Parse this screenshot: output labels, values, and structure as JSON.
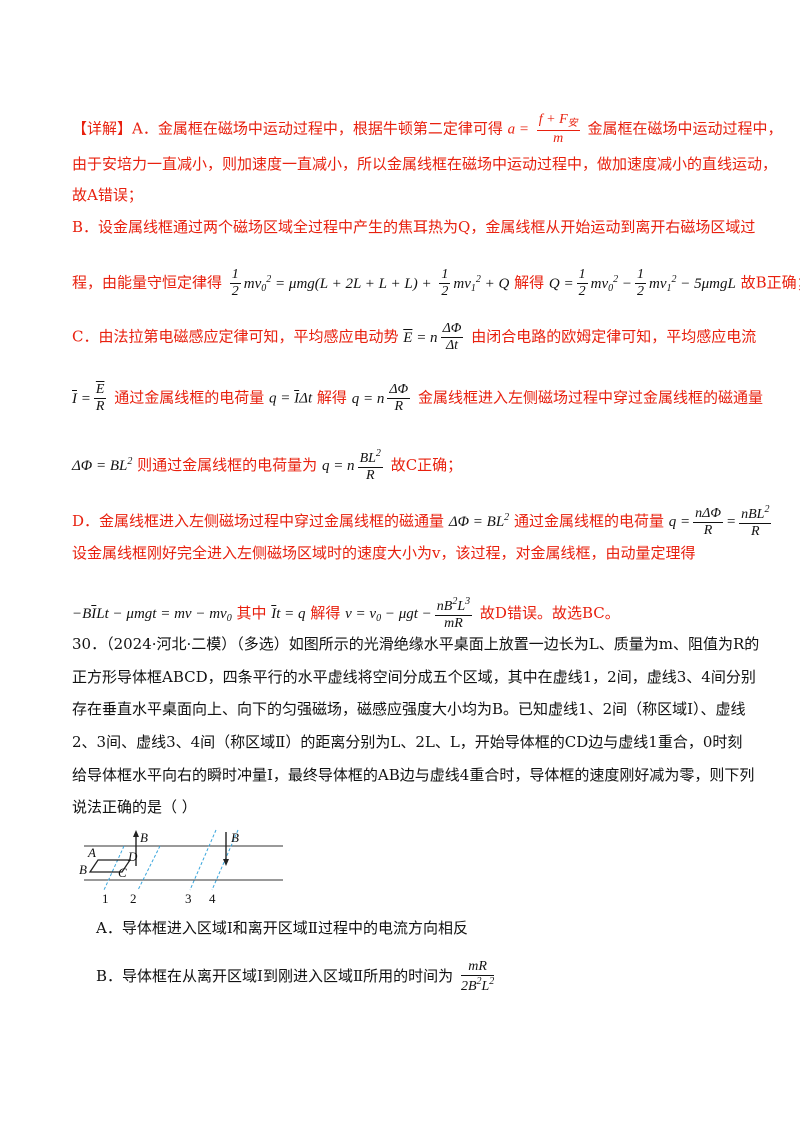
{
  "detail": {
    "l1_a": "【详解】A．金属框在磁场中运动过程中，根据牛顿第二定律可得",
    "l1_b": "金属框在磁场中运动过程中，",
    "l2": "由于安培力一直减小，则加速度一直减小，所以金属线框在磁场中运动过程中，做加速度减小的直线运动，",
    "l3": "故A错误；",
    "l4": "B．设金属线框通过两个磁场区域全过程中产生的焦耳热为Q，金属线框从开始运动到离开右磁场区域过",
    "l5_a": "程，由能量守恒定律得",
    "l5_b": "解得",
    "l5_c": "故B正确；",
    "l6_a": "C．由法拉第电磁感应定律可知，平均感应电动势",
    "l6_b": "由闭合电路的欧姆定律可知，平均感应电流",
    "l7_a": "通过金属线框的电荷量",
    "l7_b": "解得",
    "l7_c": "金属线框进入左侧磁场过程中穿过金属线框的磁通量",
    "l8_a": "则通过金属线框的电荷量为",
    "l8_b": "故C正确；",
    "l9_a": "D．金属线框进入左侧磁场过程中穿过金属线框的磁通量",
    "l9_b": "通过金属线框的电荷量",
    "l10": "设金属线框刚好完全进入左侧磁场区域时的速度大小为v，该过程，对金属线框，由动量定理得",
    "l11_a": "其中",
    "l11_b": "解得",
    "l11_c": "故D错误。故选BC。"
  },
  "question": {
    "line1": "30．（2024·河北·二模）（多选）如图所示的光滑绝缘水平桌面上放置一边长为L、质量为m、阻值为R的",
    "line2": "正方形导体框ABCD，四条平行的水平虚线将空间分成五个区域，其中在虚线1，2间，虚线3、4间分别",
    "line3": "存在垂直水平桌面向上、向下的匀强磁场，磁感应强度大小均为B。已知虚线1、2间（称区域Ⅰ）、虚线",
    "line4": "2、3间、虚线3、4间（称区域Ⅱ）的距离分别为L、2L、L，开始导体框的CD边与虚线1重合，0时刻",
    "line5": "给导体框水平向右的瞬时冲量I，最终导体框的AB边与虚线4重合时，导体框的速度刚好减为零，则下列",
    "line6": "说法正确的是（      ）"
  },
  "figure": {
    "label_B1": "B",
    "label_B2": "B",
    "label_A": "A",
    "label_D": "D",
    "label_Bv": "B",
    "label_C": "C",
    "n1": "1",
    "n2": "2",
    "n3": "3",
    "n4": "4"
  },
  "options": {
    "A": "A．导体框进入区域Ⅰ和离开区域Ⅱ过程中的电流方向相反",
    "B_a": "B．导体框在从离开区域Ⅰ到刚进入区域Ⅱ所用的时间为"
  }
}
